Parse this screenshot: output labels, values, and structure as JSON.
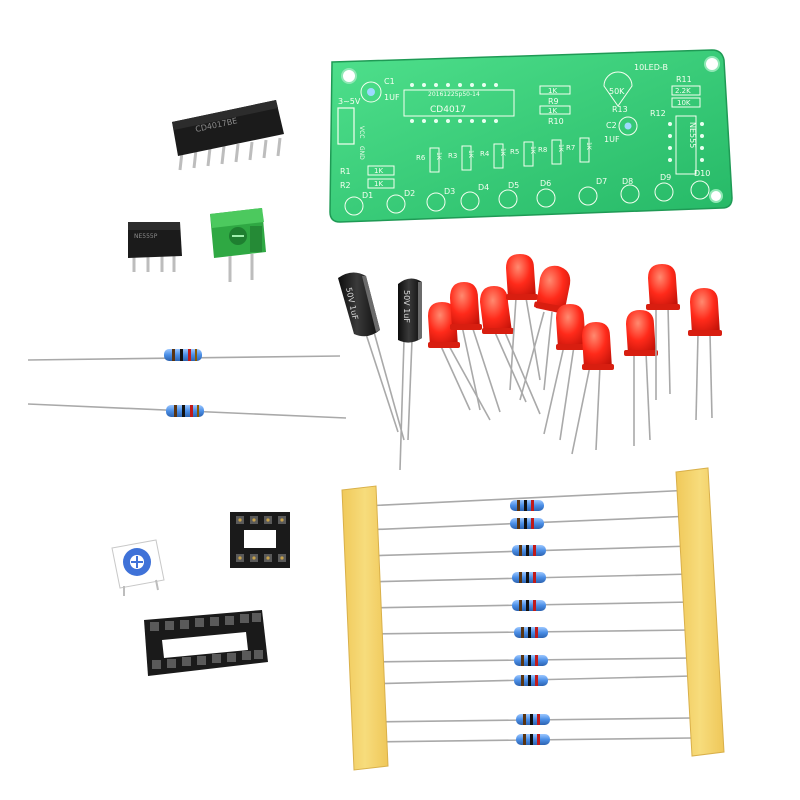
{
  "board": {
    "title": "10LED-B",
    "version": "20161225p50-14",
    "chip_u1": "CD4017",
    "chip_u2": "NE555",
    "power": "3~5V",
    "vcc": "VCC",
    "gnd": "GND",
    "c1": "C1",
    "c1_value": "1UF",
    "c2": "C2",
    "c2_value": "1UF",
    "r1": "R1",
    "r2": "R2",
    "r1_value": "1K",
    "r2_value": "1K",
    "r9": "R9",
    "r10": "R10",
    "r9_value": "1K",
    "r10_value": "1K",
    "r11": "R11",
    "r11_value": "2.2K",
    "r12": "R12",
    "r12_value": "10K",
    "r13": "R13",
    "pot_value": "50K",
    "r3": "R3",
    "r4": "R4",
    "r5": "R5",
    "r6": "R6",
    "r7": "R7",
    "r8": "R8",
    "rk": "1K",
    "leds": [
      "D1",
      "D2",
      "D3",
      "D4",
      "D5",
      "D6",
      "D7",
      "D8",
      "D9",
      "D10"
    ]
  },
  "capacitors": {
    "label_a": "50V 1uF",
    "label_b": "50V 1uF"
  },
  "colors": {
    "pcb": "#3ad07a",
    "led": "#ff2a1a",
    "tape": "#f5d56a",
    "socket": "#1a1a1a",
    "terminal": "#2fa843"
  }
}
